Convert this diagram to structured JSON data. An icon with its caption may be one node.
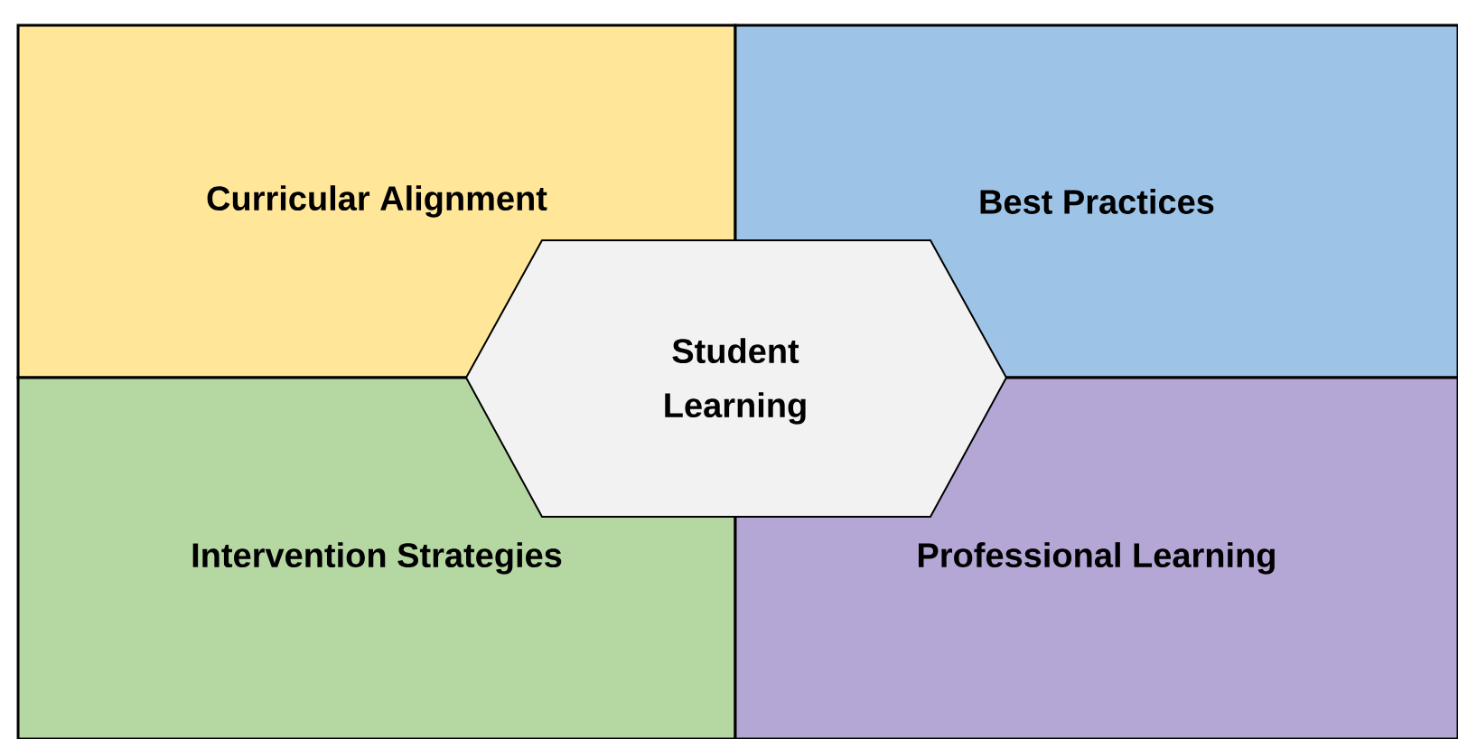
{
  "diagram": {
    "nodes": [
      {
        "text": [
          "Curricular Alignment"
        ]
      },
      {
        "text": [
          "Best Practices"
        ]
      },
      {
        "text": [
          "Intervention Strategies"
        ]
      },
      {
        "text": [
          "Professional Learning"
        ]
      },
      {
        "text": [
          "Student Learning"
        ]
      }
    ]
  }
}
